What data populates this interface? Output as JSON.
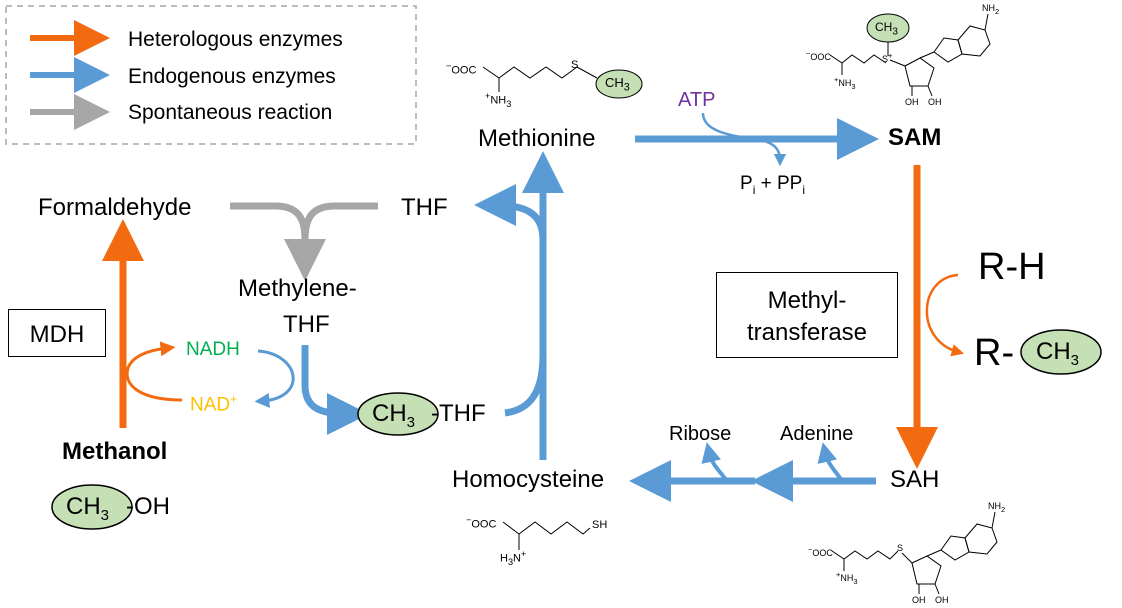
{
  "legend": {
    "heterologous": "Heterologous enzymes",
    "endogenous": "Endogenous enzymes",
    "spontaneous": "Spontaneous reaction"
  },
  "colors": {
    "heterologous": "#f26b10",
    "endogenous": "#5b9bd5",
    "spontaneous": "#a6a6a6",
    "methyl_fill": "#c5e0b4",
    "nadh": "#00b050",
    "nad": "#ffc000",
    "atp": "#7030a0"
  },
  "compounds": {
    "methionine": "Methionine",
    "sam": "SAM",
    "sah": "SAH",
    "homocysteine": "Homocysteine",
    "formaldehyde": "Formaldehyde",
    "thf": "THF",
    "methylene_thf_1": "Methylene-",
    "methylene_thf_2": "THF",
    "ch3_thf_suffix": "-THF",
    "methanol": "Methanol",
    "methanol_suffix": "-OH",
    "ribose": "Ribose",
    "adenine": "Adenine",
    "atp": "ATP",
    "pi_pp_p": "P",
    "pi_pp_sub1": "i",
    "pi_pp_mid": " + PP",
    "pi_pp_sub2": "i",
    "nadh": "NADH",
    "nad": "NAD",
    "nad_sup": "+",
    "rh": "R-H",
    "r_prefix": "R-"
  },
  "methyl": {
    "ch": "CH",
    "sub": "3"
  },
  "enzymes": {
    "mdh": "MDH",
    "methyltransferase_1": "Methyl-",
    "methyltransferase_2": "transferase"
  },
  "structures": {
    "coo": "OOC",
    "minus": "−",
    "plus": "+",
    "nh3": "NH",
    "nh3_sub": "3",
    "h3n": "H",
    "h3n_sub": "3",
    "h3n_n": "N",
    "s": "S",
    "sh": "SH",
    "s_plus": "S",
    "oh": "OH",
    "nh2": "NH",
    "nh2_sub": "2",
    "n": "N",
    "o": "O"
  }
}
